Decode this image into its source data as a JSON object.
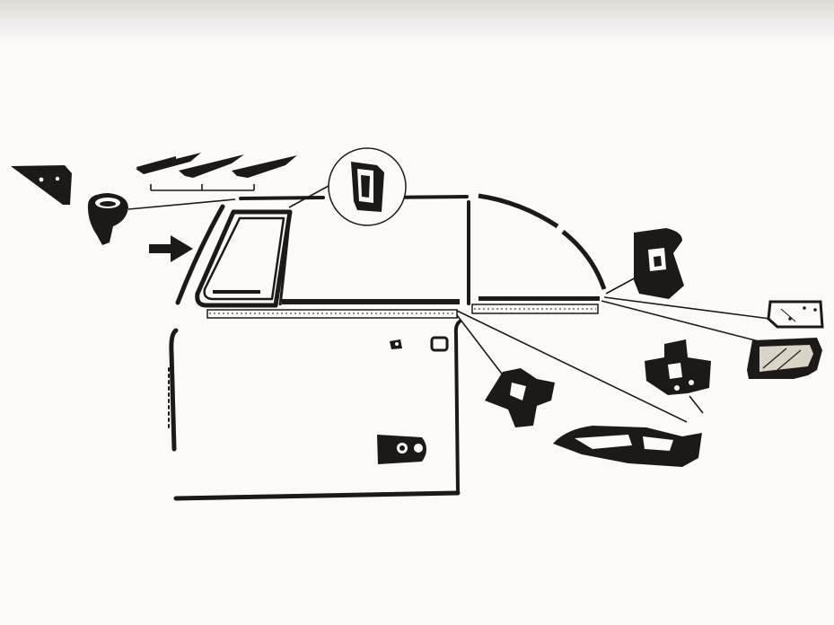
{
  "diagram": {
    "kind": "exploded-parts-view",
    "subject": "door",
    "text_labels": [],
    "colors": {
      "background": "#fcfaf6",
      "ink": "#1b1a18",
      "glass_tint": "#d9d4c8"
    },
    "parts": [
      "corner-window-gasket",
      "door-pull-knob",
      "vent-seal-strip-1",
      "vent-seal-strip-2",
      "vent-seal-strip-3",
      "vent-window-frame",
      "direction-arrow",
      "roof-drip-rail-seal",
      "detail-callout-clip",
      "door-top-seal",
      "quarter-window-seal",
      "belt-weatherstrip-front",
      "belt-weatherstrip-rear",
      "door-outer-panel-seal",
      "door-handle-cutout",
      "door-lock-cutout",
      "door-lock-striker",
      "rear-window-latch-bracket",
      "quarter-glass-small",
      "quarter-glass-large",
      "hinge-bracket",
      "window-regulator-bracket",
      "door-panel-inner-trim"
    ]
  }
}
